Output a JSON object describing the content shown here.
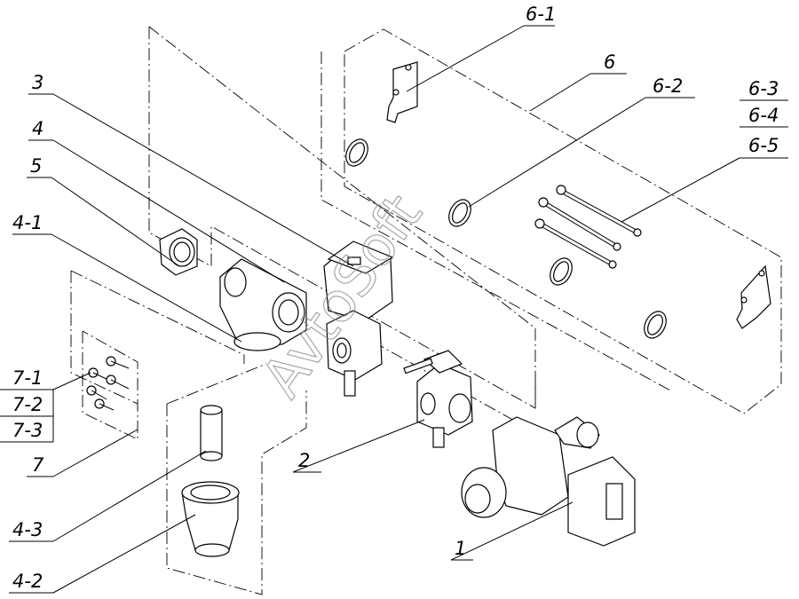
{
  "diagram": {
    "watermark": "AvtoSoft",
    "labels": {
      "l_6_1": "6-1",
      "l_6": "6",
      "l_6_2": "6-2",
      "l_6_3": "6-3",
      "l_6_4": "6-4",
      "l_6_5": "6-5",
      "l_3": "3",
      "l_4": "4",
      "l_5": "5",
      "l_4_1": "4-1",
      "l_7_1": "7-1",
      "l_7_2": "7-2",
      "l_7_3": "7-3",
      "l_7": "7",
      "l_2": "2",
      "l_1": "1",
      "l_4_3": "4-3",
      "l_4_2": "4-2"
    }
  }
}
